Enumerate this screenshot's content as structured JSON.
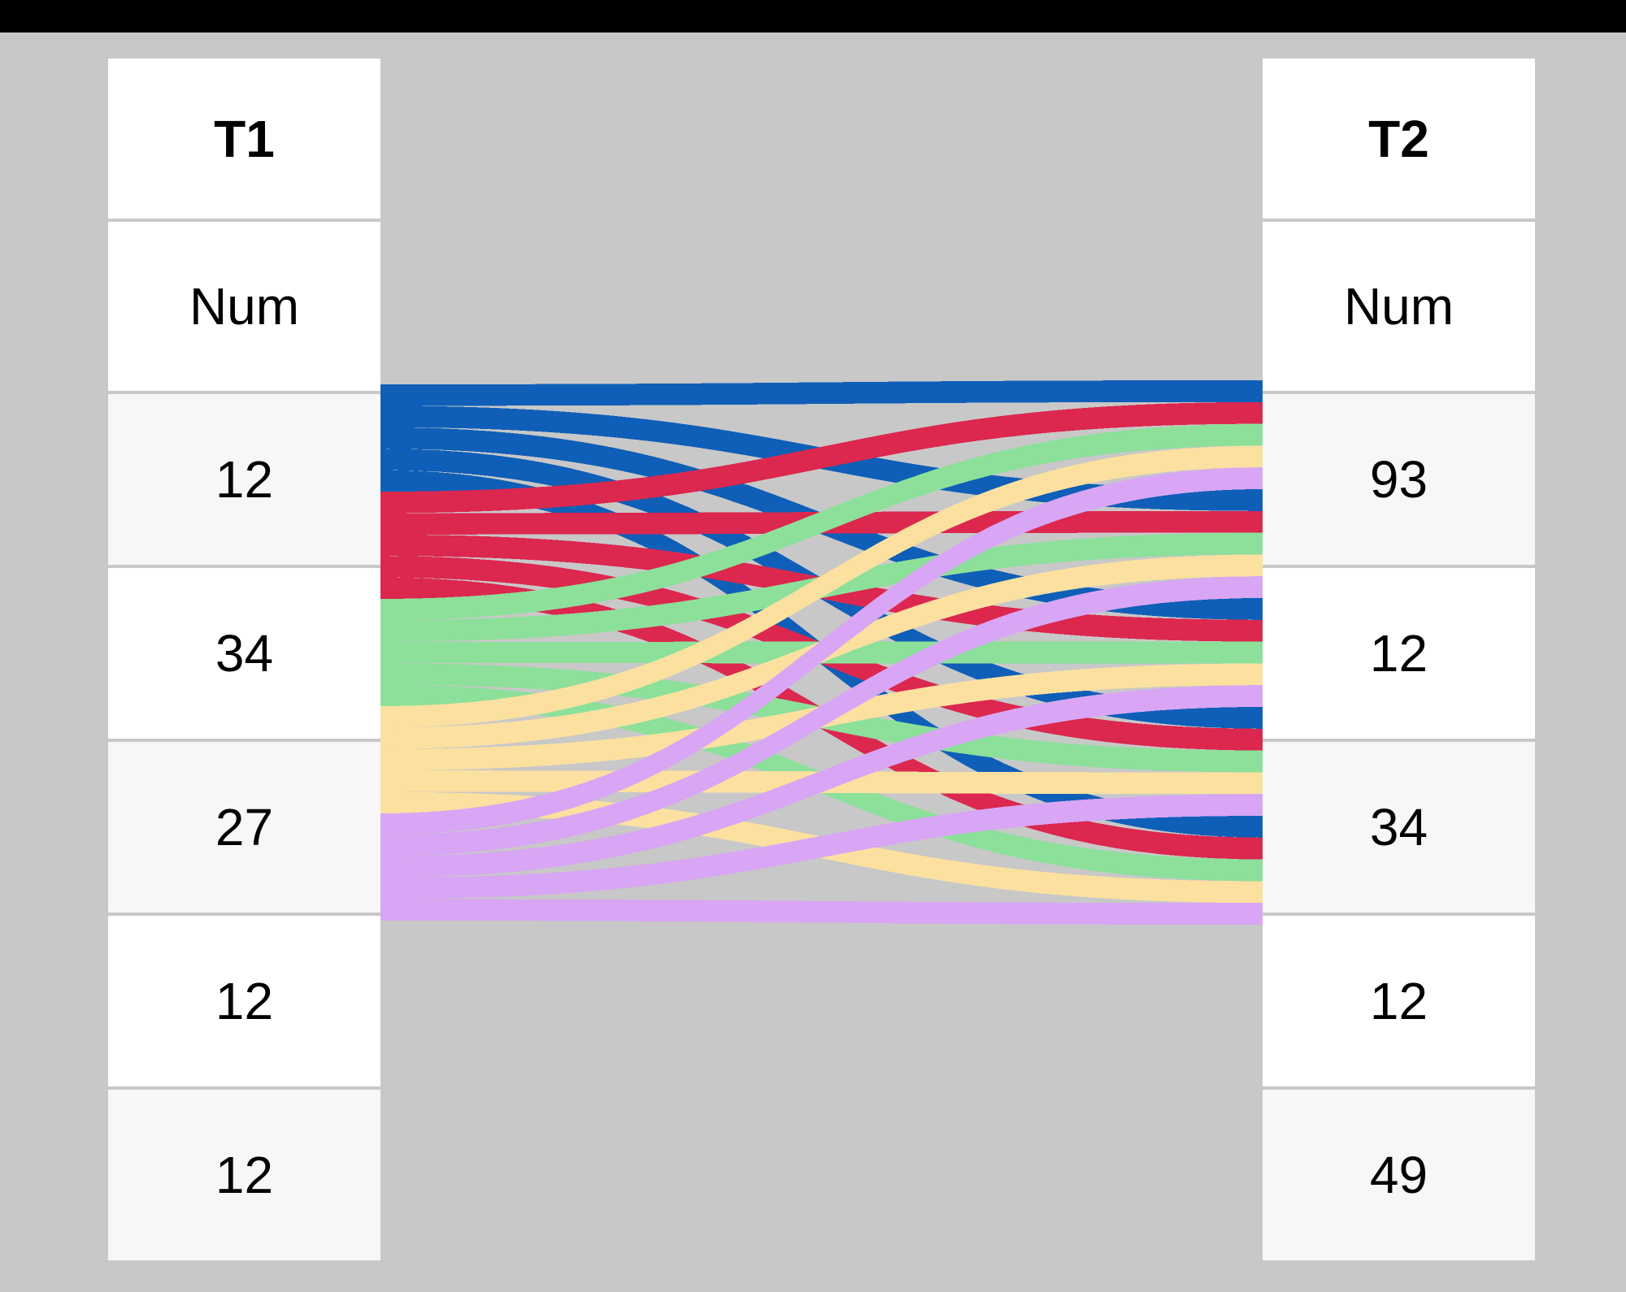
{
  "background": {
    "canvas_color": "#c8c8c8",
    "topbar_color": "#000000"
  },
  "left_table": {
    "name": "T1",
    "header": "T1",
    "column_header": "Num",
    "values": [
      "12",
      "34",
      "27",
      "12",
      "12"
    ]
  },
  "right_table": {
    "name": "T2",
    "header": "T2",
    "column_header": "Num",
    "values": [
      "93",
      "12",
      "34",
      "12",
      "49"
    ]
  },
  "chart_data": {
    "type": "sankey",
    "title": "",
    "description": "Parallel-sets / Sankey ribbon diagram linking every row of table T1 on the left to every row of table T2 on the right.",
    "left_axis_label": "T1",
    "right_axis_label": "T2",
    "left_nodes": [
      {
        "index": 0,
        "label": "12",
        "color": "#0f5fb8",
        "color_name": "blue"
      },
      {
        "index": 1,
        "label": "34",
        "color": "#dc274f",
        "color_name": "crimson"
      },
      {
        "index": 2,
        "label": "27",
        "color": "#8ce09a",
        "color_name": "mint-green"
      },
      {
        "index": 3,
        "label": "12",
        "color": "#fbe0a0",
        "color_name": "peach"
      },
      {
        "index": 4,
        "label": "12",
        "color": "#d9a5f5",
        "color_name": "orchid"
      }
    ],
    "right_nodes": [
      {
        "index": 0,
        "label": "93"
      },
      {
        "index": 1,
        "label": "12"
      },
      {
        "index": 2,
        "label": "34"
      },
      {
        "index": 3,
        "label": "12"
      },
      {
        "index": 4,
        "label": "49"
      }
    ],
    "links": [
      {
        "source": 0,
        "target": 0,
        "color": "#0f5fb8"
      },
      {
        "source": 0,
        "target": 1,
        "color": "#0f5fb8"
      },
      {
        "source": 0,
        "target": 2,
        "color": "#0f5fb8"
      },
      {
        "source": 0,
        "target": 3,
        "color": "#0f5fb8"
      },
      {
        "source": 0,
        "target": 4,
        "color": "#0f5fb8"
      },
      {
        "source": 1,
        "target": 0,
        "color": "#dc274f"
      },
      {
        "source": 1,
        "target": 1,
        "color": "#dc274f"
      },
      {
        "source": 1,
        "target": 2,
        "color": "#dc274f"
      },
      {
        "source": 1,
        "target": 3,
        "color": "#dc274f"
      },
      {
        "source": 1,
        "target": 4,
        "color": "#dc274f"
      },
      {
        "source": 2,
        "target": 0,
        "color": "#8ce09a"
      },
      {
        "source": 2,
        "target": 1,
        "color": "#8ce09a"
      },
      {
        "source": 2,
        "target": 2,
        "color": "#8ce09a"
      },
      {
        "source": 2,
        "target": 3,
        "color": "#8ce09a"
      },
      {
        "source": 2,
        "target": 4,
        "color": "#8ce09a"
      },
      {
        "source": 3,
        "target": 0,
        "color": "#fbe0a0"
      },
      {
        "source": 3,
        "target": 1,
        "color": "#fbe0a0"
      },
      {
        "source": 3,
        "target": 2,
        "color": "#fbe0a0"
      },
      {
        "source": 3,
        "target": 3,
        "color": "#fbe0a0"
      },
      {
        "source": 3,
        "target": 4,
        "color": "#fbe0a0"
      },
      {
        "source": 4,
        "target": 0,
        "color": "#d9a5f5"
      },
      {
        "source": 4,
        "target": 1,
        "color": "#d9a5f5"
      },
      {
        "source": 4,
        "target": 2,
        "color": "#d9a5f5"
      },
      {
        "source": 4,
        "target": 3,
        "color": "#d9a5f5"
      },
      {
        "source": 4,
        "target": 4,
        "color": "#d9a5f5"
      }
    ],
    "palette": [
      "#0f5fb8",
      "#dc274f",
      "#8ce09a",
      "#fbe0a0",
      "#d9a5f5"
    ],
    "legend_position": "none",
    "grid": false
  }
}
